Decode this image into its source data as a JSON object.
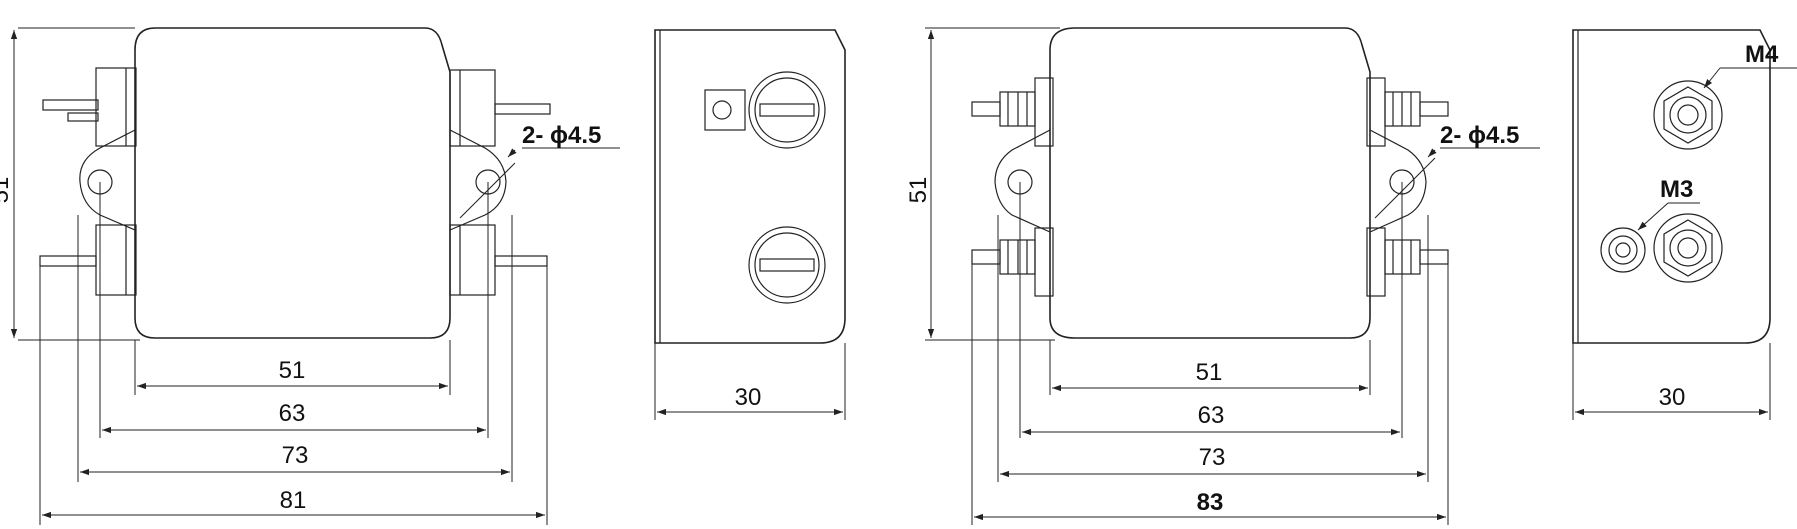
{
  "views": {
    "front_left": {
      "height_label": "51",
      "hole_callout": "2- ϕ4.5",
      "dim_labels": [
        "51",
        "63",
        "73",
        "81"
      ]
    },
    "side_left": {
      "depth_label": "30"
    },
    "front_right": {
      "height_label": "51",
      "hole_callout": "2- ϕ4.5",
      "dim_labels": [
        "51",
        "63",
        "73",
        "83"
      ]
    },
    "side_right": {
      "depth_label": "30",
      "stud_m4": "M4",
      "stud_m3": "M3"
    }
  }
}
